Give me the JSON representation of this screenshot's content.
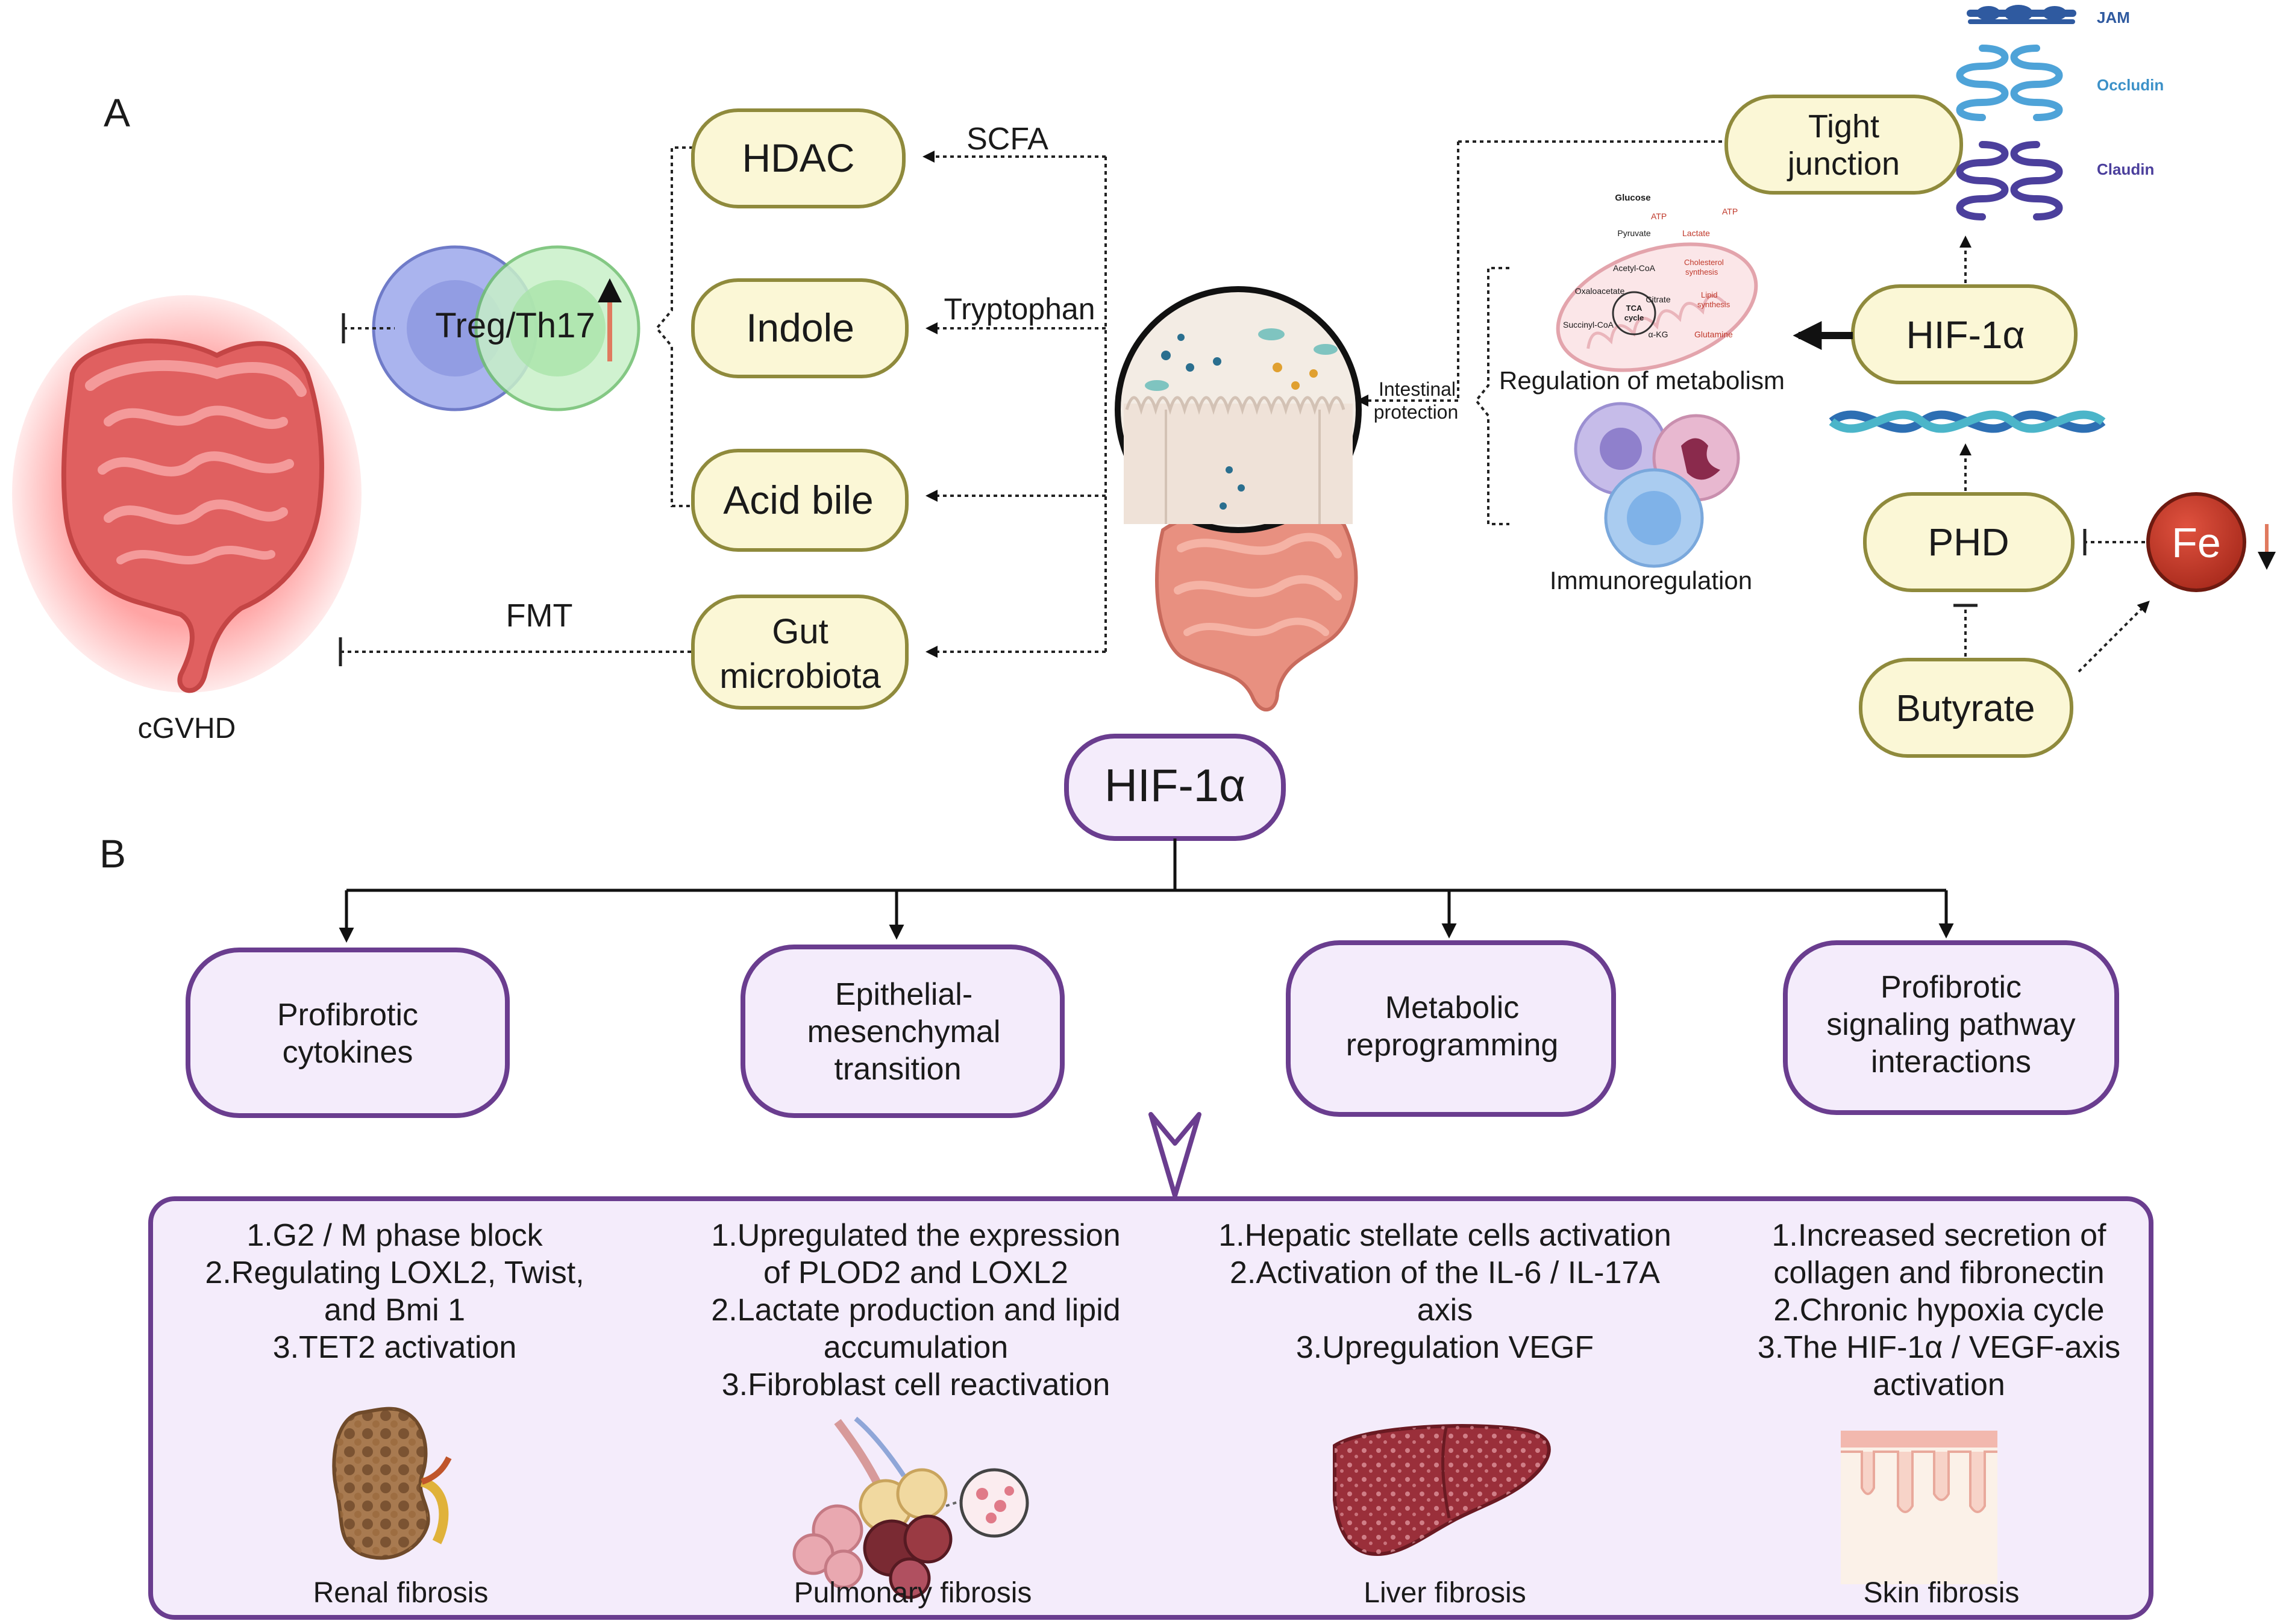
{
  "panel_a": {
    "letter": "A",
    "cgvhd_label": "cGVHD",
    "treg_th17_label": "Treg/Th17",
    "hdac_label": "HDAC",
    "indole_label": "Indole",
    "acid_bile_label": "Acid bile",
    "gut_microbiota_line1": "Gut",
    "gut_microbiota_line2": "microbiota",
    "scfa_label": "SCFA",
    "tryptophan_label": "Tryptophan",
    "fmt_label": "FMT",
    "intestinal_protection_line1": "Intestinal",
    "intestinal_protection_line2": "protection",
    "tight_junction_line1": "Tight",
    "tight_junction_line2": "junction",
    "jam_label": "JAM",
    "occludin_label": "Occludin",
    "claudin_label": "Claudin",
    "regulation_metabolism_label": "Regulation of metabolism",
    "immunoregulation_label": "Immunoregulation",
    "hif_label": "HIF-1α",
    "phd_label": "PHD",
    "fe_label": "Fe",
    "butyrate_label": "Butyrate",
    "metabolism": {
      "glucose": "Glucose",
      "atp1": "ATP",
      "atp2": "ATP",
      "pyruvate": "Pyruvate",
      "lactate": "Lactate",
      "acetyl_coa": "Acetyl-CoA",
      "cholesterol_line1": "Cholesterol",
      "cholesterol_line2": "synthesis",
      "oxaloacetate": "Oxaloacetate",
      "citrate": "Citrate",
      "lipid_line1": "Lipid",
      "lipid_line2": "synthesis",
      "tca_line1": "TCA",
      "tca_line2": "cycle",
      "succinyl_coa": "Succinyl-CoA",
      "akg": "α-KG",
      "glutamine": "Glutamine"
    }
  },
  "panel_b": {
    "letter": "B",
    "hif_label": "HIF-1α",
    "categories": [
      {
        "lines": [
          "Profibrotic",
          "cytokines"
        ]
      },
      {
        "lines": [
          "Epithelial-",
          "mesenchymal",
          "transition"
        ]
      },
      {
        "lines": [
          "Metabolic",
          "reprogramming"
        ]
      },
      {
        "lines": [
          "Profibrotic",
          "signaling pathway",
          "interactions"
        ]
      }
    ],
    "details": [
      {
        "lines": [
          "1.G2 / M phase block",
          "2.Regulating LOXL2, Twist,",
          "and Bmi 1",
          "3.TET2 activation"
        ],
        "organ": "Renal fibrosis"
      },
      {
        "lines": [
          "1.Upregulated the expression",
          "of  PLOD2 and LOXL2",
          "2.Lactate production and lipid",
          "accumulation",
          "3.Fibroblast cell reactivation"
        ],
        "organ": "Pulmonary fibrosis"
      },
      {
        "lines": [
          "1.Hepatic stellate cells  activation",
          "2.Activation of the IL-6 / IL-17A",
          "axis",
          "3.Upregulation VEGF"
        ],
        "organ": "Liver fibrosis"
      },
      {
        "lines": [
          "1.Increased secretion of",
          "collagen and fibronectin",
          "2.Chronic hypoxia cycle",
          "3.The HIF-1α / VEGF-axis",
          "activation"
        ],
        "organ": "Skin fibrosis"
      }
    ]
  },
  "colors": {
    "node_fill": "#fbf7d6",
    "node_stroke": "#8f8a3c",
    "purple_stroke": "#6a3d8f",
    "purple_fill": "#f4ecfb",
    "fe_fill": "#c0392b",
    "intestine": "#e06060"
  }
}
